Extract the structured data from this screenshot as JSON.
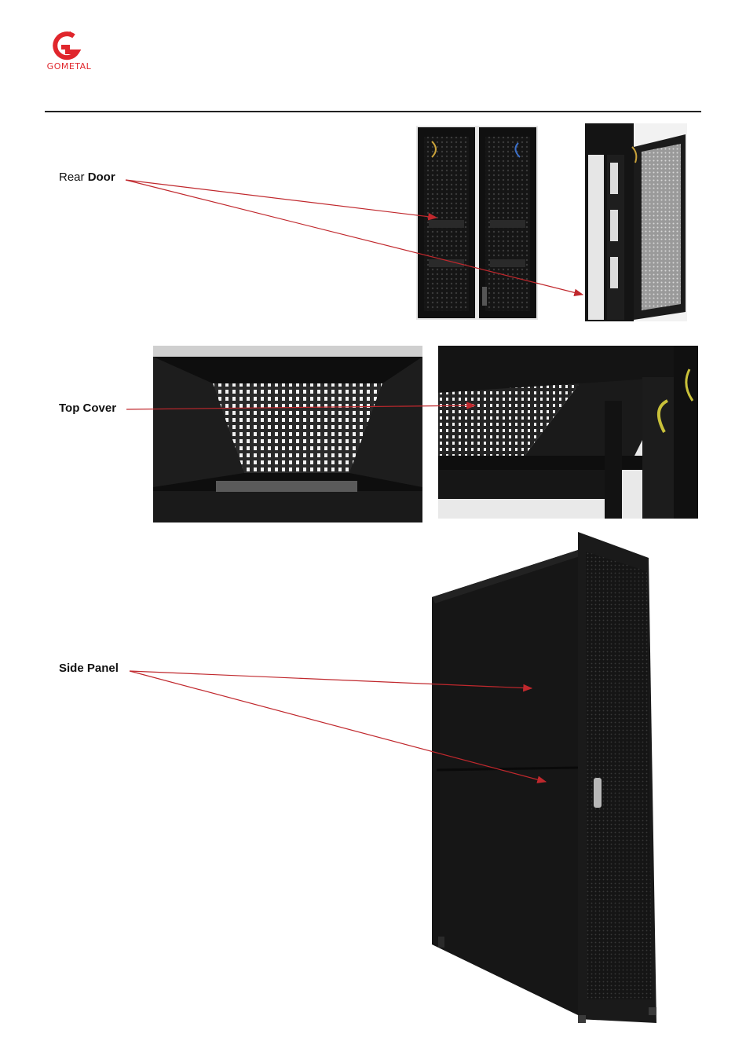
{
  "brand": {
    "logo_text": "GOMETAL",
    "accent": "#e0262c"
  },
  "sections": {
    "rear_door": {
      "label_prefix": "Rear",
      "label_bold": "Door"
    },
    "top_cover": {
      "label": "Top Cover"
    },
    "side_panel": {
      "label": "Side Panel"
    }
  },
  "colors": {
    "arrow": "#c0282d",
    "rule": "#222222",
    "cabinet": "#161616"
  }
}
